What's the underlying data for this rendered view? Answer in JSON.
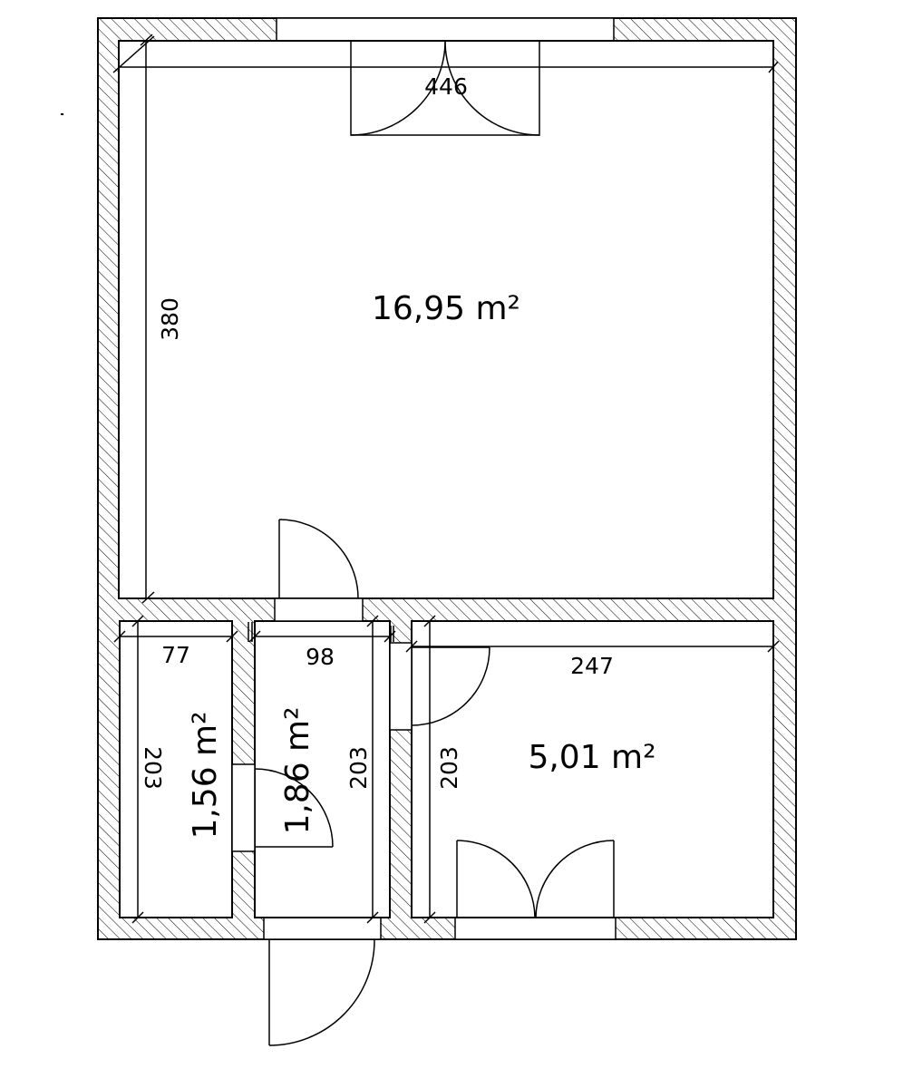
{
  "rooms": {
    "main": {
      "area": "16,95 m²",
      "width": "446",
      "height": "380"
    },
    "left": {
      "area": "1,56 m²",
      "width": "77",
      "height": "203"
    },
    "middle": {
      "area": "1,86 m²",
      "width": "98",
      "height": "203"
    },
    "right": {
      "area": "5,01 m²",
      "width": "247",
      "height": "203"
    }
  },
  "colors": {
    "wall_hatch": "#000000",
    "background": "#ffffff"
  }
}
